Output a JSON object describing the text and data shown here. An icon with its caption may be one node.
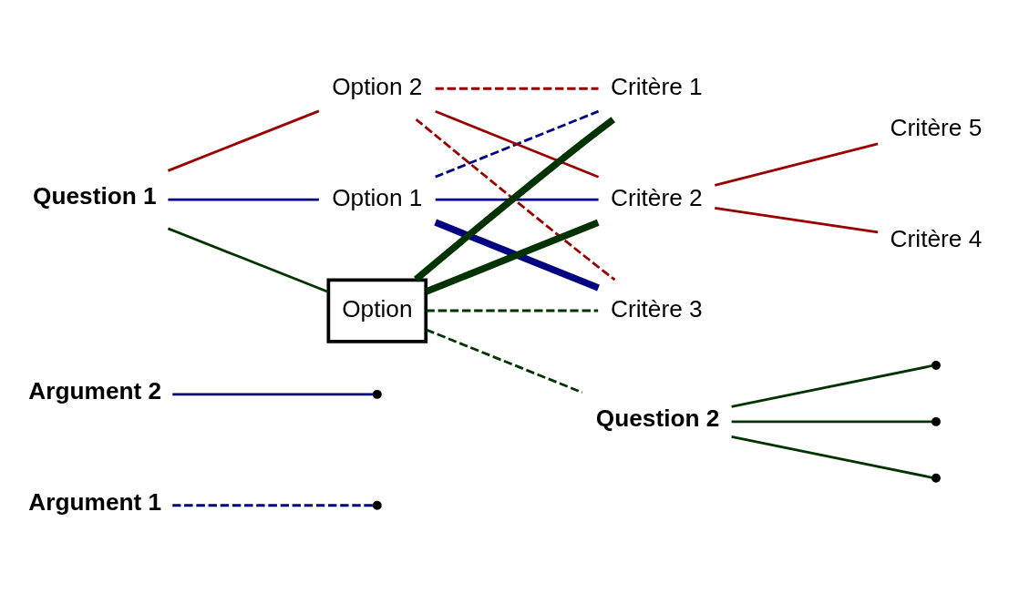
{
  "diagram": {
    "nodes": [
      {
        "text": [
          "Argument 1"
        ]
      },
      {
        "text": [
          "Argument 2"
        ]
      },
      {
        "text": [
          "Option 1"
        ]
      },
      {
        "text": [
          "Critère 1"
        ]
      },
      {
        "text": [
          "Question 1"
        ]
      },
      {
        "text": [
          "Option 2"
        ]
      },
      {
        "text": [
          "Critère 2"
        ]
      },
      {
        "text": [
          "Critère 4"
        ]
      },
      {
        "text": [
          "Critère 5"
        ]
      },
      {
        "text": [
          "Option"
        ]
      },
      {
        "text": [
          "Critère 3"
        ]
      },
      {
        "text": [
          "Question 2"
        ]
      }
    ],
    "edges": [
      {
        "from": 4,
        "to": 2,
        "arrow": "none",
        "color": "#000080"
      },
      {
        "from": 4,
        "to": 5,
        "arrow": "none",
        "color": "#990000"
      },
      {
        "from": 4,
        "to": 9,
        "arrow": "none",
        "color": "#003300"
      },
      {
        "from": 2,
        "to": 3,
        "arrow": "none",
        "style": "dashed",
        "color": "#000080"
      },
      {
        "from": 2,
        "to": 6,
        "arrow": "none",
        "color": "#000080"
      },
      {
        "from": 2,
        "to": 10,
        "arrow": "none",
        "style": "thick",
        "color": "#000080"
      },
      {
        "from": 5,
        "to": 3,
        "arrow": "none",
        "style": "dashed",
        "color": "#990000"
      },
      {
        "from": 5,
        "to": 6,
        "arrow": "none",
        "color": "#990000"
      },
      {
        "from": 5,
        "to": 10,
        "arrow": "none",
        "style": "dashed",
        "color": "#990000"
      },
      {
        "from": 9,
        "to": 3,
        "arrow": "none",
        "style": "thick",
        "color": "#003300"
      },
      {
        "from": 9,
        "to": 6,
        "arrow": "none",
        "style": "thick",
        "color": "#003300"
      },
      {
        "from": 9,
        "to": 10,
        "arrow": "none",
        "style": "dashed",
        "color": "#003300"
      },
      {
        "from": 0,
        "to": null,
        "arrow": "none",
        "style": "dashed",
        "color": "#000080"
      },
      {
        "from": 1,
        "to": null,
        "arrow": "none",
        "color": "#000080"
      },
      {
        "from": 6,
        "to": 7,
        "arrow": "none",
        "color": "#990000"
      },
      {
        "from": 6,
        "to": 8,
        "arrow": "none",
        "color": "#990000"
      },
      {
        "from": 9,
        "to": 11,
        "arrow": "none",
        "style": "dashed",
        "color": "#003300"
      },
      {
        "from": 11,
        "to": null,
        "arrow": "none",
        "color": "#003300"
      },
      {
        "from": 11,
        "to": null,
        "arrow": "none",
        "color": "#003300"
      },
      {
        "from": 11,
        "to": null,
        "arrow": "none",
        "color": "#003300"
      }
    ]
  }
}
